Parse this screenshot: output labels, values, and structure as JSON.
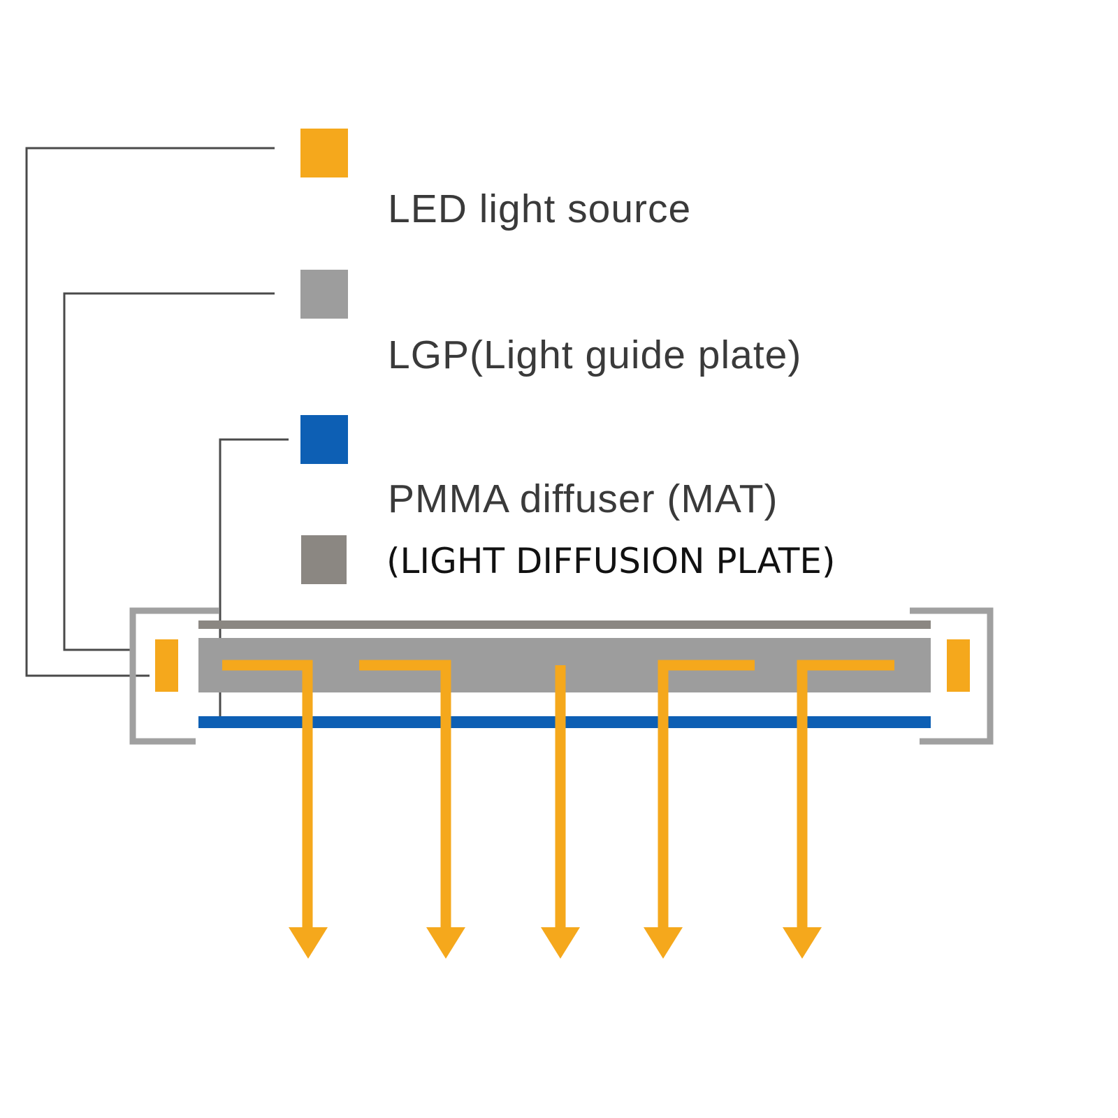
{
  "legend": {
    "led": {
      "label": "LED light source",
      "color": "#f5a81c"
    },
    "lgp": {
      "label": "LGP(Light guide plate)",
      "color": "#9d9d9d"
    },
    "pmma": {
      "label": "PMMA diffuser (MAT)",
      "color": "#0d5fb4"
    },
    "diffusion": {
      "label": "(LIGHT DIFFUSION PLATE)",
      "color": "#8b8782"
    }
  },
  "colors": {
    "frame": "#a0a0a0",
    "leader_line": "#4a4a4a",
    "light_path": "#f5a81c",
    "background": "#ffffff"
  },
  "icons": {
    "light_ray": "arrow-down-icon"
  }
}
